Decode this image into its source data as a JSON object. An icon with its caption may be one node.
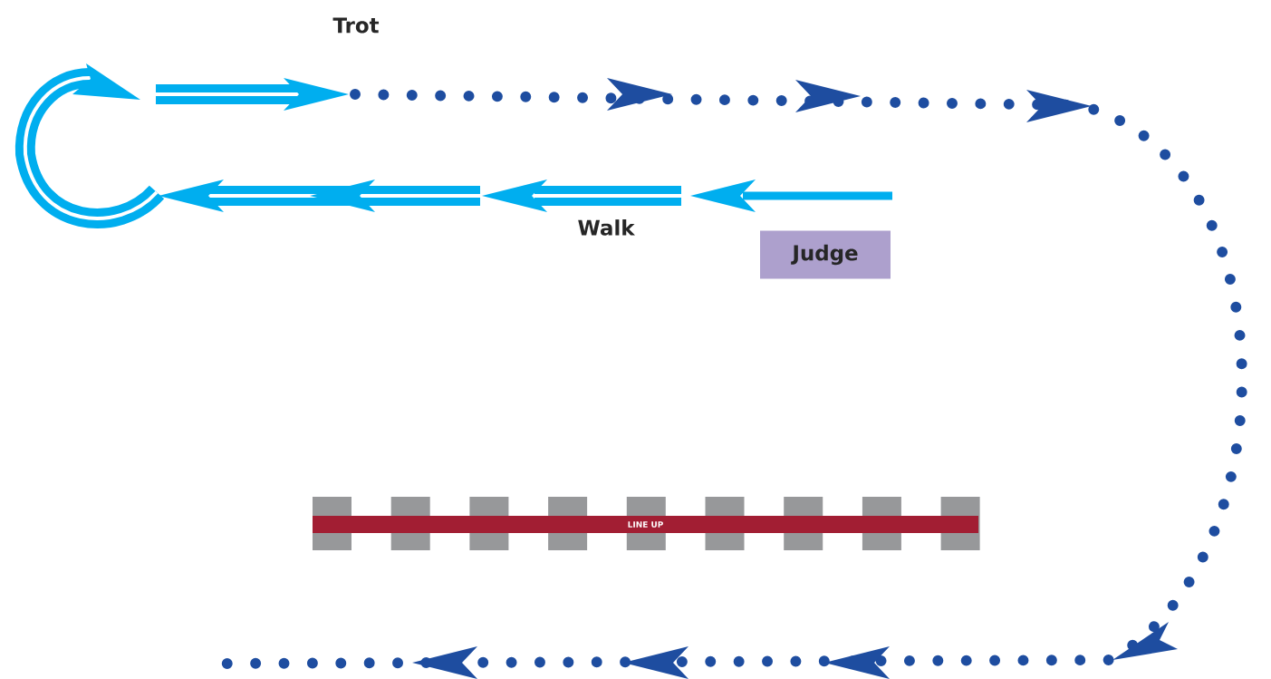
{
  "diagram": {
    "nodes": [
      {
        "text": [
          "Judge"
        ]
      },
      {
        "text": [
          "LINE UP"
        ]
      }
    ],
    "labels": [
      "Trot",
      "Walk"
    ]
  }
}
